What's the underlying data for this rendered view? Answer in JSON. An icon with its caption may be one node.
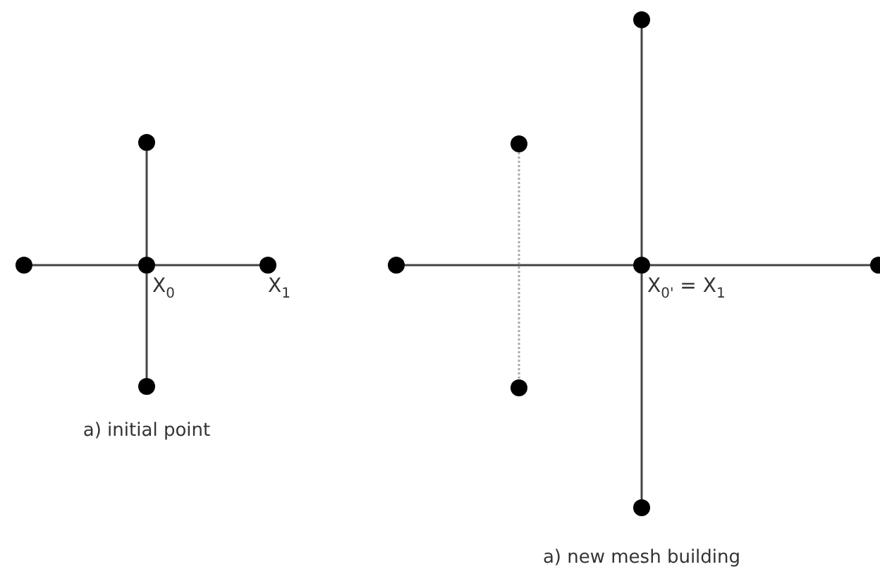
{
  "diagram": {
    "nodes": [
      {
        "text": [],
        "shape": "circle",
        "beside": [
          "X$_{0}$"
        ]
      },
      {
        "text": [],
        "shape": "circle"
      },
      {
        "text": [],
        "shape": "circle"
      },
      {
        "text": [],
        "shape": "circle"
      },
      {
        "text": [],
        "shape": "circle",
        "beside": [
          "X$_{1}$"
        ]
      },
      {
        "text": [],
        "shape": "circle",
        "beside": [
          "X$_{0'}$ = X$_{1}$"
        ]
      },
      {
        "text": [],
        "shape": "circle"
      },
      {
        "text": [],
        "shape": "circle"
      },
      {
        "text": [],
        "shape": "circle"
      },
      {
        "text": [],
        "shape": "circle"
      },
      {
        "text": [],
        "shape": "circle"
      },
      {
        "text": [],
        "shape": "circle"
      }
    ],
    "edges": [
      {
        "from": 0,
        "to": 1,
        "arrow": "none"
      },
      {
        "from": 0,
        "to": 2,
        "arrow": "none"
      },
      {
        "from": 0,
        "to": 3,
        "arrow": "none"
      },
      {
        "from": 0,
        "to": 4,
        "arrow": "none"
      },
      {
        "from": 5,
        "to": 6,
        "arrow": "none"
      },
      {
        "from": 5,
        "to": 7,
        "arrow": "none"
      },
      {
        "from": 5,
        "to": 8,
        "arrow": "none"
      },
      {
        "from": 5,
        "to": 9,
        "arrow": "none"
      },
      {
        "from": 10,
        "to": 11,
        "arrow": "none",
        "style": "dashed",
        "color": "#aaaaaa"
      }
    ],
    "labels": [
      "a) initial point",
      "a) new mesh building"
    ]
  }
}
